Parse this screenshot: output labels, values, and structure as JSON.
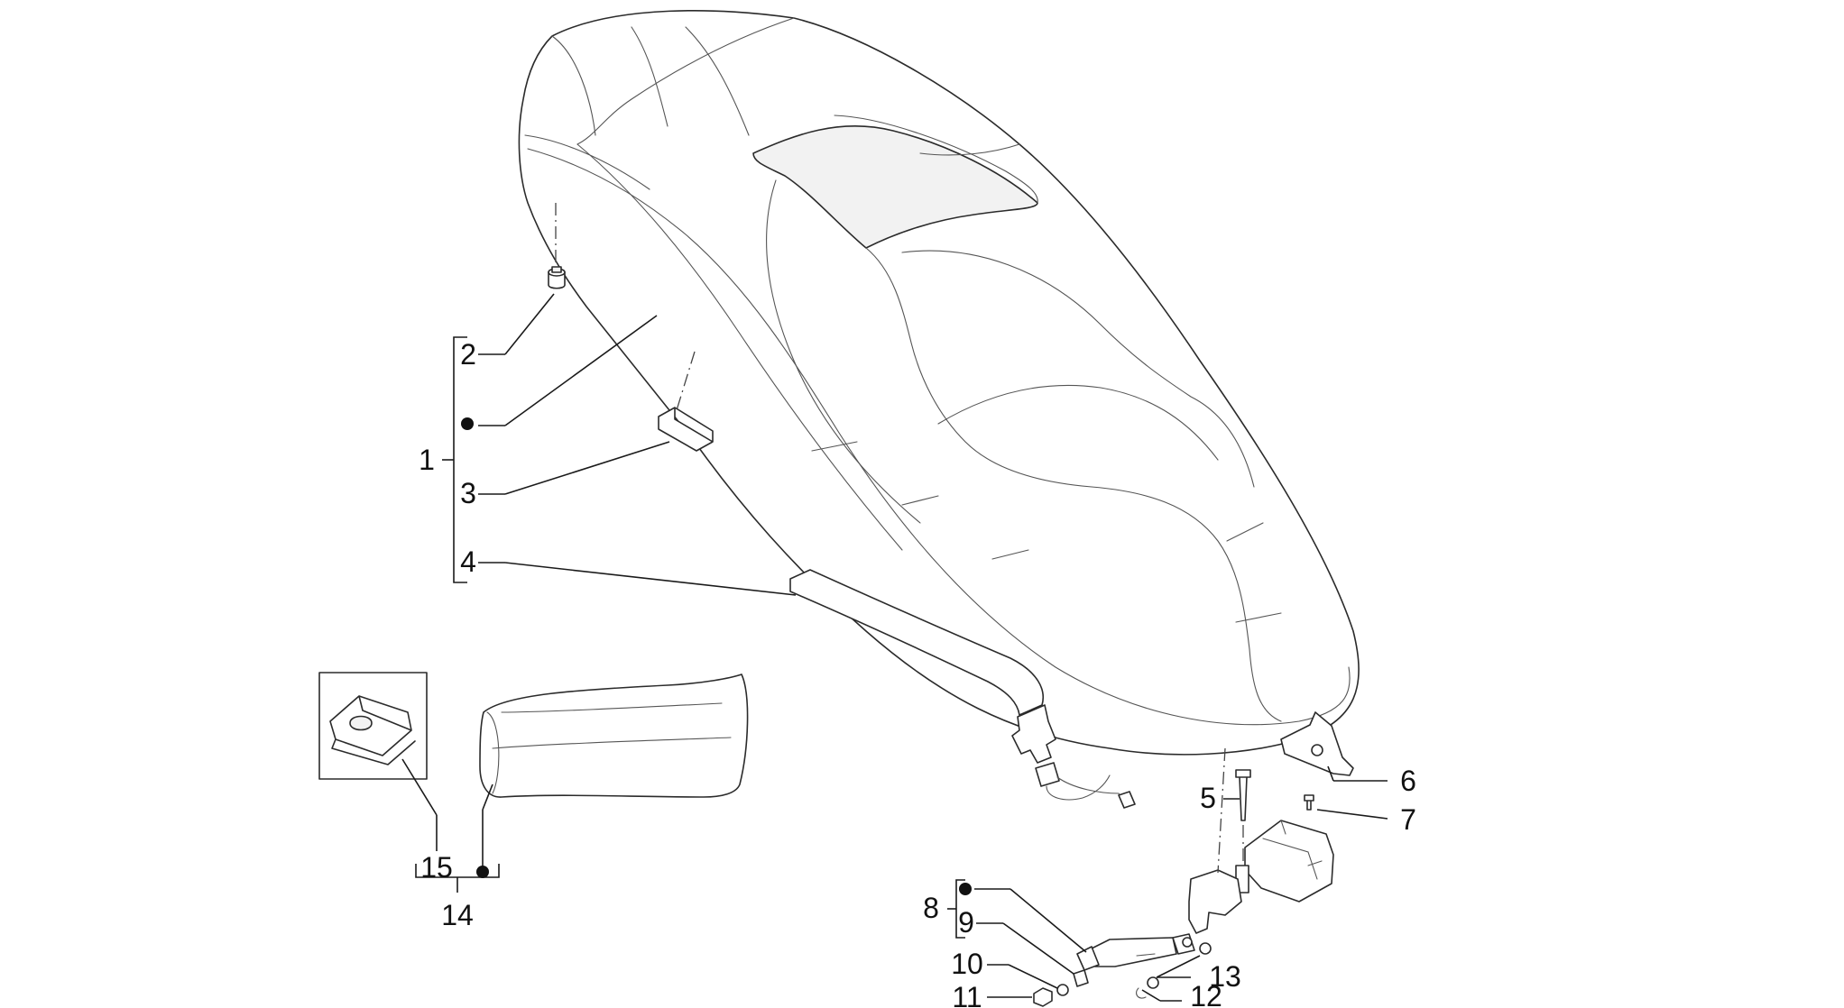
{
  "callouts": {
    "c1": "1",
    "c2": "2",
    "c3": "3",
    "c4": "4",
    "c5": "5",
    "c6": "6",
    "c7": "7",
    "c8": "8",
    "c9": "9",
    "c10": "10",
    "c11": "11",
    "c12": "12",
    "c13": "13",
    "c14": "14",
    "c15": "15"
  },
  "colors": {
    "line": "#2b2b2b",
    "background": "#ffffff"
  }
}
